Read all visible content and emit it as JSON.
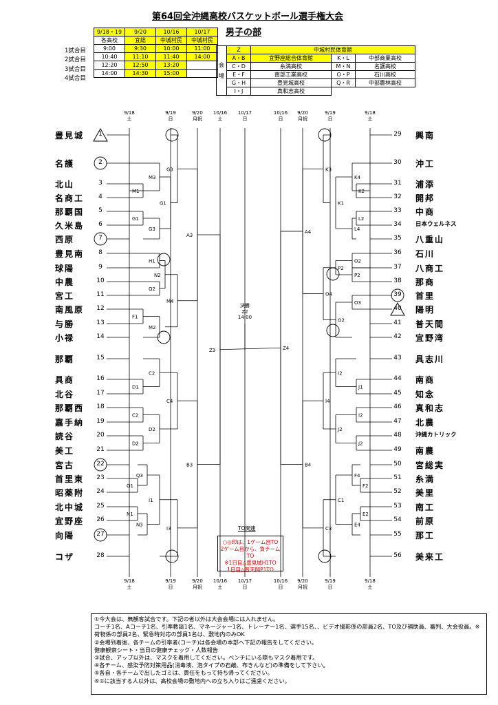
{
  "title": "第64回全沖縄高校バスケットボール選手権大会",
  "subtitle": "男子の部",
  "schedule": {
    "headers": [
      "9/18・19",
      "9/20",
      "10/16",
      "10/17"
    ],
    "venues": [
      "各高校",
      "宜総",
      "中城村民",
      "中城村民"
    ],
    "rows": [
      {
        "label": "1試合目",
        "times": [
          "9:00",
          "9:30",
          "10:00",
          "11:00"
        ]
      },
      {
        "label": "2試合目",
        "times": [
          "10:40",
          "11:10",
          "11:40",
          "14:00"
        ]
      },
      {
        "label": "3試合目",
        "times": [
          "12:20",
          "12:50",
          "13:20",
          ""
        ]
      },
      {
        "label": "4試合目",
        "times": [
          "14:00",
          "14:30",
          "15:00",
          ""
        ]
      }
    ]
  },
  "venue_table": {
    "side_label": "会 場",
    "z_code": "Z",
    "z_name": "中城村民体育館",
    "left": [
      {
        "code": "A・B",
        "name": "宜野座総合体育館"
      },
      {
        "code": "C・D",
        "name": "糸満高校"
      },
      {
        "code": "E・F",
        "name": "南部工業高校"
      },
      {
        "code": "G・H",
        "name": "豊見城高校"
      },
      {
        "code": "I・J",
        "name": "真和志高校"
      }
    ],
    "right": [
      {
        "code": "K・L",
        "name": "中部商業高校"
      },
      {
        "code": "M・N",
        "name": "名護高校"
      },
      {
        "code": "O・P",
        "name": "石川高校"
      },
      {
        "code": "Q・R",
        "name": "中部農林高校"
      }
    ]
  },
  "date_headers": {
    "top": [
      {
        "date": "9/18",
        "day": "土"
      },
      {
        "date": "9/19",
        "day": "日"
      },
      {
        "date": "9/20",
        "day": "月祝"
      },
      {
        "date": "10/16",
        "day": "土"
      },
      {
        "date": "10/17",
        "day": "日"
      },
      {
        "date": "10/16",
        "day": "日"
      },
      {
        "date": "9/20",
        "day": "月祝"
      },
      {
        "date": "9/19",
        "day": "日"
      },
      {
        "date": "9/18",
        "day": "土"
      }
    ]
  },
  "left_teams": [
    {
      "n": "1",
      "name": "豊見城"
    },
    {
      "n": "2",
      "name": "名護"
    },
    {
      "n": "3",
      "name": "北山"
    },
    {
      "n": "4",
      "name": "名商工"
    },
    {
      "n": "5",
      "name": "那覇国"
    },
    {
      "n": "6",
      "name": "久米島"
    },
    {
      "n": "7",
      "name": "西原"
    },
    {
      "n": "8",
      "name": "豊見南"
    },
    {
      "n": "9",
      "name": "球陽"
    },
    {
      "n": "10",
      "name": "中農"
    },
    {
      "n": "11",
      "name": "宮工"
    },
    {
      "n": "12",
      "name": "南風原"
    },
    {
      "n": "13",
      "name": "与勝"
    },
    {
      "n": "14",
      "name": "小禄"
    },
    {
      "n": "15",
      "name": "那覇"
    },
    {
      "n": "16",
      "name": "具商"
    },
    {
      "n": "17",
      "name": "北谷"
    },
    {
      "n": "18",
      "name": "那覇西"
    },
    {
      "n": "19",
      "name": "嘉手納"
    },
    {
      "n": "20",
      "name": "読谷"
    },
    {
      "n": "21",
      "name": "美工"
    },
    {
      "n": "22",
      "name": "宮古"
    },
    {
      "n": "23",
      "name": "首里東"
    },
    {
      "n": "24",
      "name": "昭薬附"
    },
    {
      "n": "25",
      "name": "北中城"
    },
    {
      "n": "26",
      "name": "宜野座"
    },
    {
      "n": "27",
      "name": "向陽"
    },
    {
      "n": "28",
      "name": "コザ"
    }
  ],
  "right_teams": [
    {
      "n": "29",
      "name": "興南"
    },
    {
      "n": "30",
      "name": "沖工"
    },
    {
      "n": "31",
      "name": "浦添"
    },
    {
      "n": "32",
      "name": "開邦"
    },
    {
      "n": "33",
      "name": "中商"
    },
    {
      "n": "34",
      "name": "日本ウェルネス"
    },
    {
      "n": "35",
      "name": "八重山"
    },
    {
      "n": "36",
      "name": "石川"
    },
    {
      "n": "37",
      "name": "八商工"
    },
    {
      "n": "38",
      "name": "那商"
    },
    {
      "n": "39",
      "name": "首里"
    },
    {
      "n": "40",
      "name": "陽明"
    },
    {
      "n": "41",
      "name": "普天間"
    },
    {
      "n": "42",
      "name": "宜野湾"
    },
    {
      "n": "43",
      "name": "具志川"
    },
    {
      "n": "44",
      "name": "南商"
    },
    {
      "n": "45",
      "name": "知念"
    },
    {
      "n": "46",
      "name": "真和志"
    },
    {
      "n": "47",
      "name": "北農"
    },
    {
      "n": "48",
      "name": "沖縄カトリック"
    },
    {
      "n": "49",
      "name": "南農"
    },
    {
      "n": "50",
      "name": "宮総実"
    },
    {
      "n": "51",
      "name": "糸満"
    },
    {
      "n": "52",
      "name": "美里"
    },
    {
      "n": "53",
      "name": "南工"
    },
    {
      "n": "54",
      "name": "前原"
    },
    {
      "n": "55",
      "name": "那工"
    },
    {
      "n": "56",
      "name": "美来工"
    }
  ],
  "final": {
    "label": "決勝",
    "code": "Z2",
    "time": "14:00"
  },
  "to_box": {
    "heading": "TO関連",
    "lines": [
      "○◎印は、1ゲーム目TO",
      "2ゲーム目から、負チームTO",
      "※1日目△豊見城H1TO",
      "1日目△普天間P1TO"
    ]
  },
  "notes": [
    "①今大会は、無観客試合です。下記の者以外は大会会場には入れません。",
    "コーチ1名、Aコーチ1名、引率教諭1名、マネージャー1名、トレーナー1名、選手15名、、ビデオ撮影係の部員2名、TO及び補助員、審判、大会役員。※荷物係の部員2名、緊急時対応の部員1名は、敷地内のみOK",
    "②会場到着後、各チームの引率者(コーチ)は各会場の本部へ下記の報告をしてください。",
    "健康観察シート・当日の健康チェック・人数報告",
    "③試合、アップ以外は、マスクを着用してください。ベンチにいる際もマスク着用です。",
    "④各チーム、感染予防対策用品(消毒液、泡タイプの石鹸、布きんなど)の準備をして下さい。",
    "⑤各自・各チームで出したゴミは、責任をもって持ち帰ってください。",
    "⑥①に該当する人以外は、高校会場の敷地内への立ち入りはご遠慮ください。"
  ]
}
